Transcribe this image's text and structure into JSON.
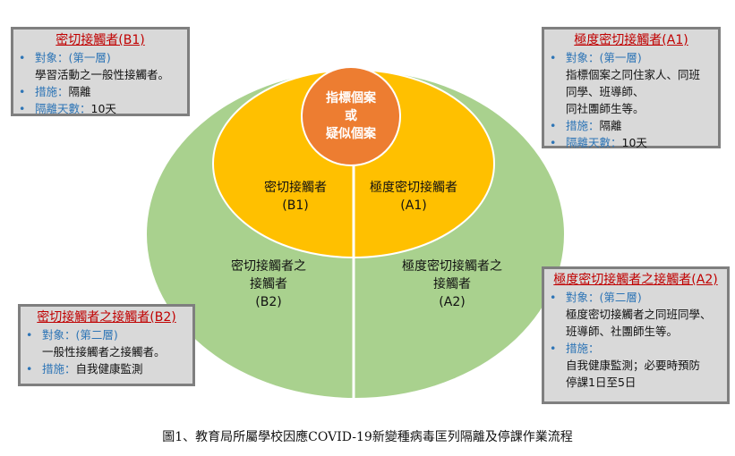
{
  "diagram": {
    "core": [
      "指標個案",
      "或",
      "疑似個案"
    ],
    "b1_label": [
      "密切接觸者",
      "(B1)"
    ],
    "a1_label": [
      "極度密切接觸者",
      "(A1)"
    ],
    "b2_label": [
      "密切接觸者之",
      "接觸者",
      "(B2)"
    ],
    "a2_label": [
      "極度密切接觸者之",
      "接觸者",
      "(A2)"
    ],
    "colors": {
      "outer": "#a9d18e",
      "middle": "#ffc000",
      "core": "#ed7d31"
    }
  },
  "boxes": {
    "b1": {
      "title": "密切接觸者(B1)",
      "target_key": "對象：(第一層)",
      "target": "學習活動之一般性接觸者。",
      "measure_key": "措施：",
      "measure": "隔離",
      "days_key": "隔離天數：",
      "days": "10天"
    },
    "a1": {
      "title": "極度密切接觸者(A1)",
      "target_key": "對象：(第一層)",
      "target": [
        "指標個案之同住家人、同班",
        "同學、班導師、",
        "同社團師生等。"
      ],
      "measure_key": "措施：",
      "measure": "隔離",
      "days_key": "隔離天數：",
      "days": "10天"
    },
    "b2": {
      "title": "密切接觸者之接觸者(B2)",
      "target_key": "對象：(第二層)",
      "target": "一般性接觸者之接觸者。",
      "measure_key": "措施：",
      "measure": "自我健康監測"
    },
    "a2": {
      "title": "極度密切接觸者之接觸者(A2)",
      "target_key": "對象：(第二層)",
      "target": [
        "極度密切接觸者之同班同學、",
        "班導師、社團師生等。"
      ],
      "measure_key": "措施：",
      "measure": [
        "自我健康監測；必要時預防",
        "停課1日至5日"
      ]
    }
  },
  "caption": "圖1、教育局所屬學校因應COVID-19新變種病毒匡列隔離及停課作業流程"
}
